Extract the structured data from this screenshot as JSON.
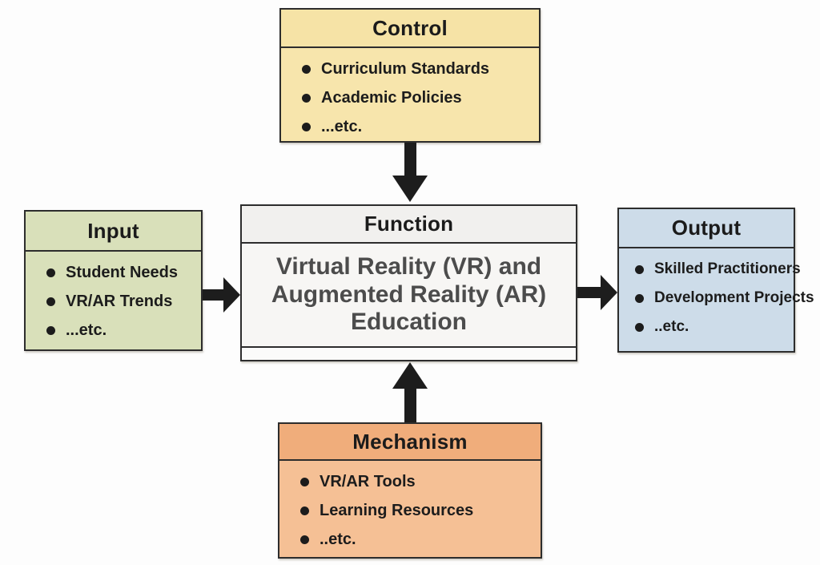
{
  "colors": {
    "background": "#fdfdfd",
    "box_border": "#2d2d2d",
    "arrow": "#1d1d1d",
    "control_fill": "#f7e5ac",
    "input_fill": "#d9e0ba",
    "output_fill": "#cddce9",
    "mechanism_header_fill": "#f0ad7b",
    "mechanism_body_fill": "#f5c095",
    "function_header_fill": "#f1f0ee",
    "function_body_fill": "#f7f6f4"
  },
  "boxes": {
    "control": {
      "title": "Control",
      "items": [
        "Curriculum Standards",
        "Academic Policies",
        "...etc."
      ]
    },
    "input": {
      "title": "Input",
      "items": [
        "Student Needs",
        "VR/AR Trends",
        "...etc."
      ]
    },
    "function": {
      "title": "Function",
      "body": "Virtual Reality (VR) and Augmented Reality (AR) Education"
    },
    "output": {
      "title": "Output",
      "items": [
        "Skilled Practitioners",
        "Development Projects",
        "..etc."
      ]
    },
    "mechanism": {
      "title": "Mechanism",
      "items": [
        "VR/AR Tools",
        "Learning Resources",
        "..etc."
      ]
    }
  }
}
